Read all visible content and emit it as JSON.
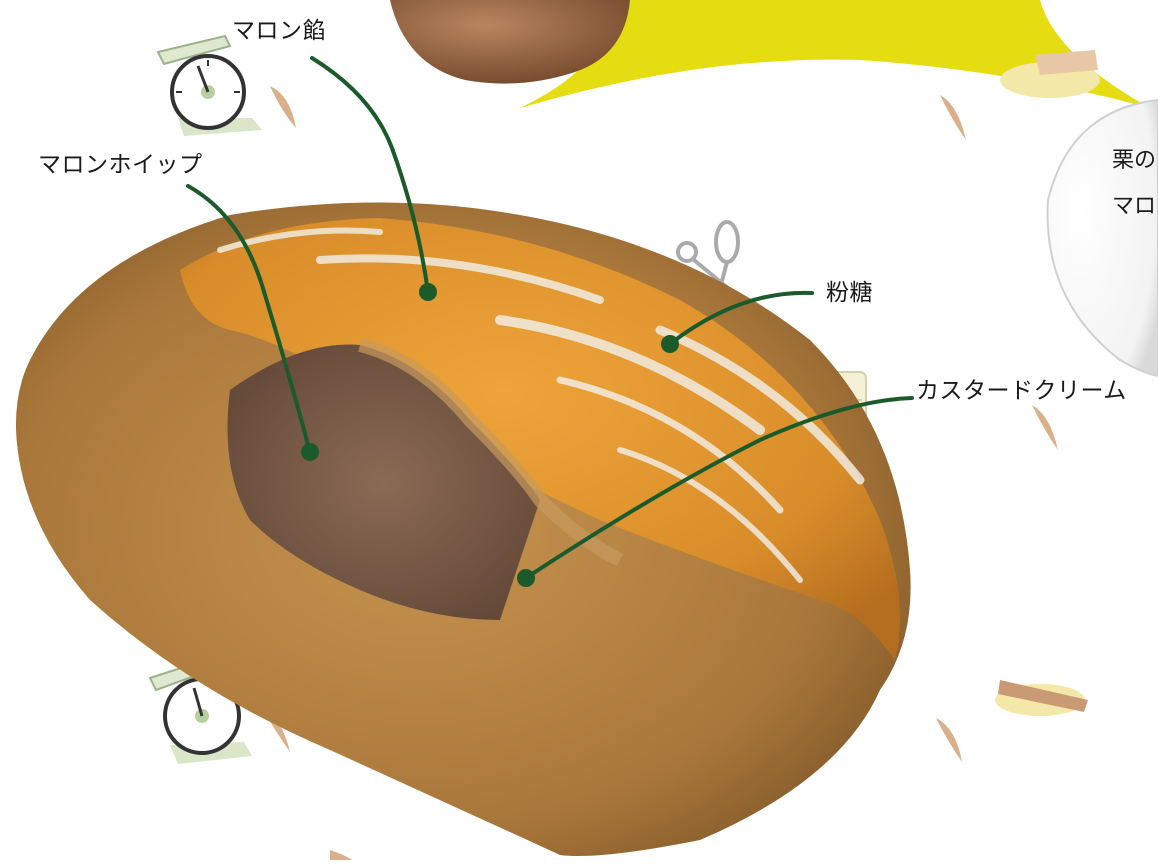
{
  "labels": {
    "marron_an": "マロン餡",
    "marron_whip": "マロンホイップ",
    "powdered_sugar": "粉糖",
    "custard_cream": "カスタードクリーム"
  },
  "side_card": {
    "line1": "栗の",
    "line2": "マロ"
  },
  "colors": {
    "leader_line": "#1b5a2a",
    "sunburst": "#e6dc12",
    "bread_crust": "#b8823d",
    "custard": "#e0922c",
    "marron_cream": "#7a5a45"
  },
  "icons": [
    "scale-icon",
    "wheat-icon",
    "whisk-icon",
    "oven-icon",
    "rolling-pin-icon"
  ]
}
